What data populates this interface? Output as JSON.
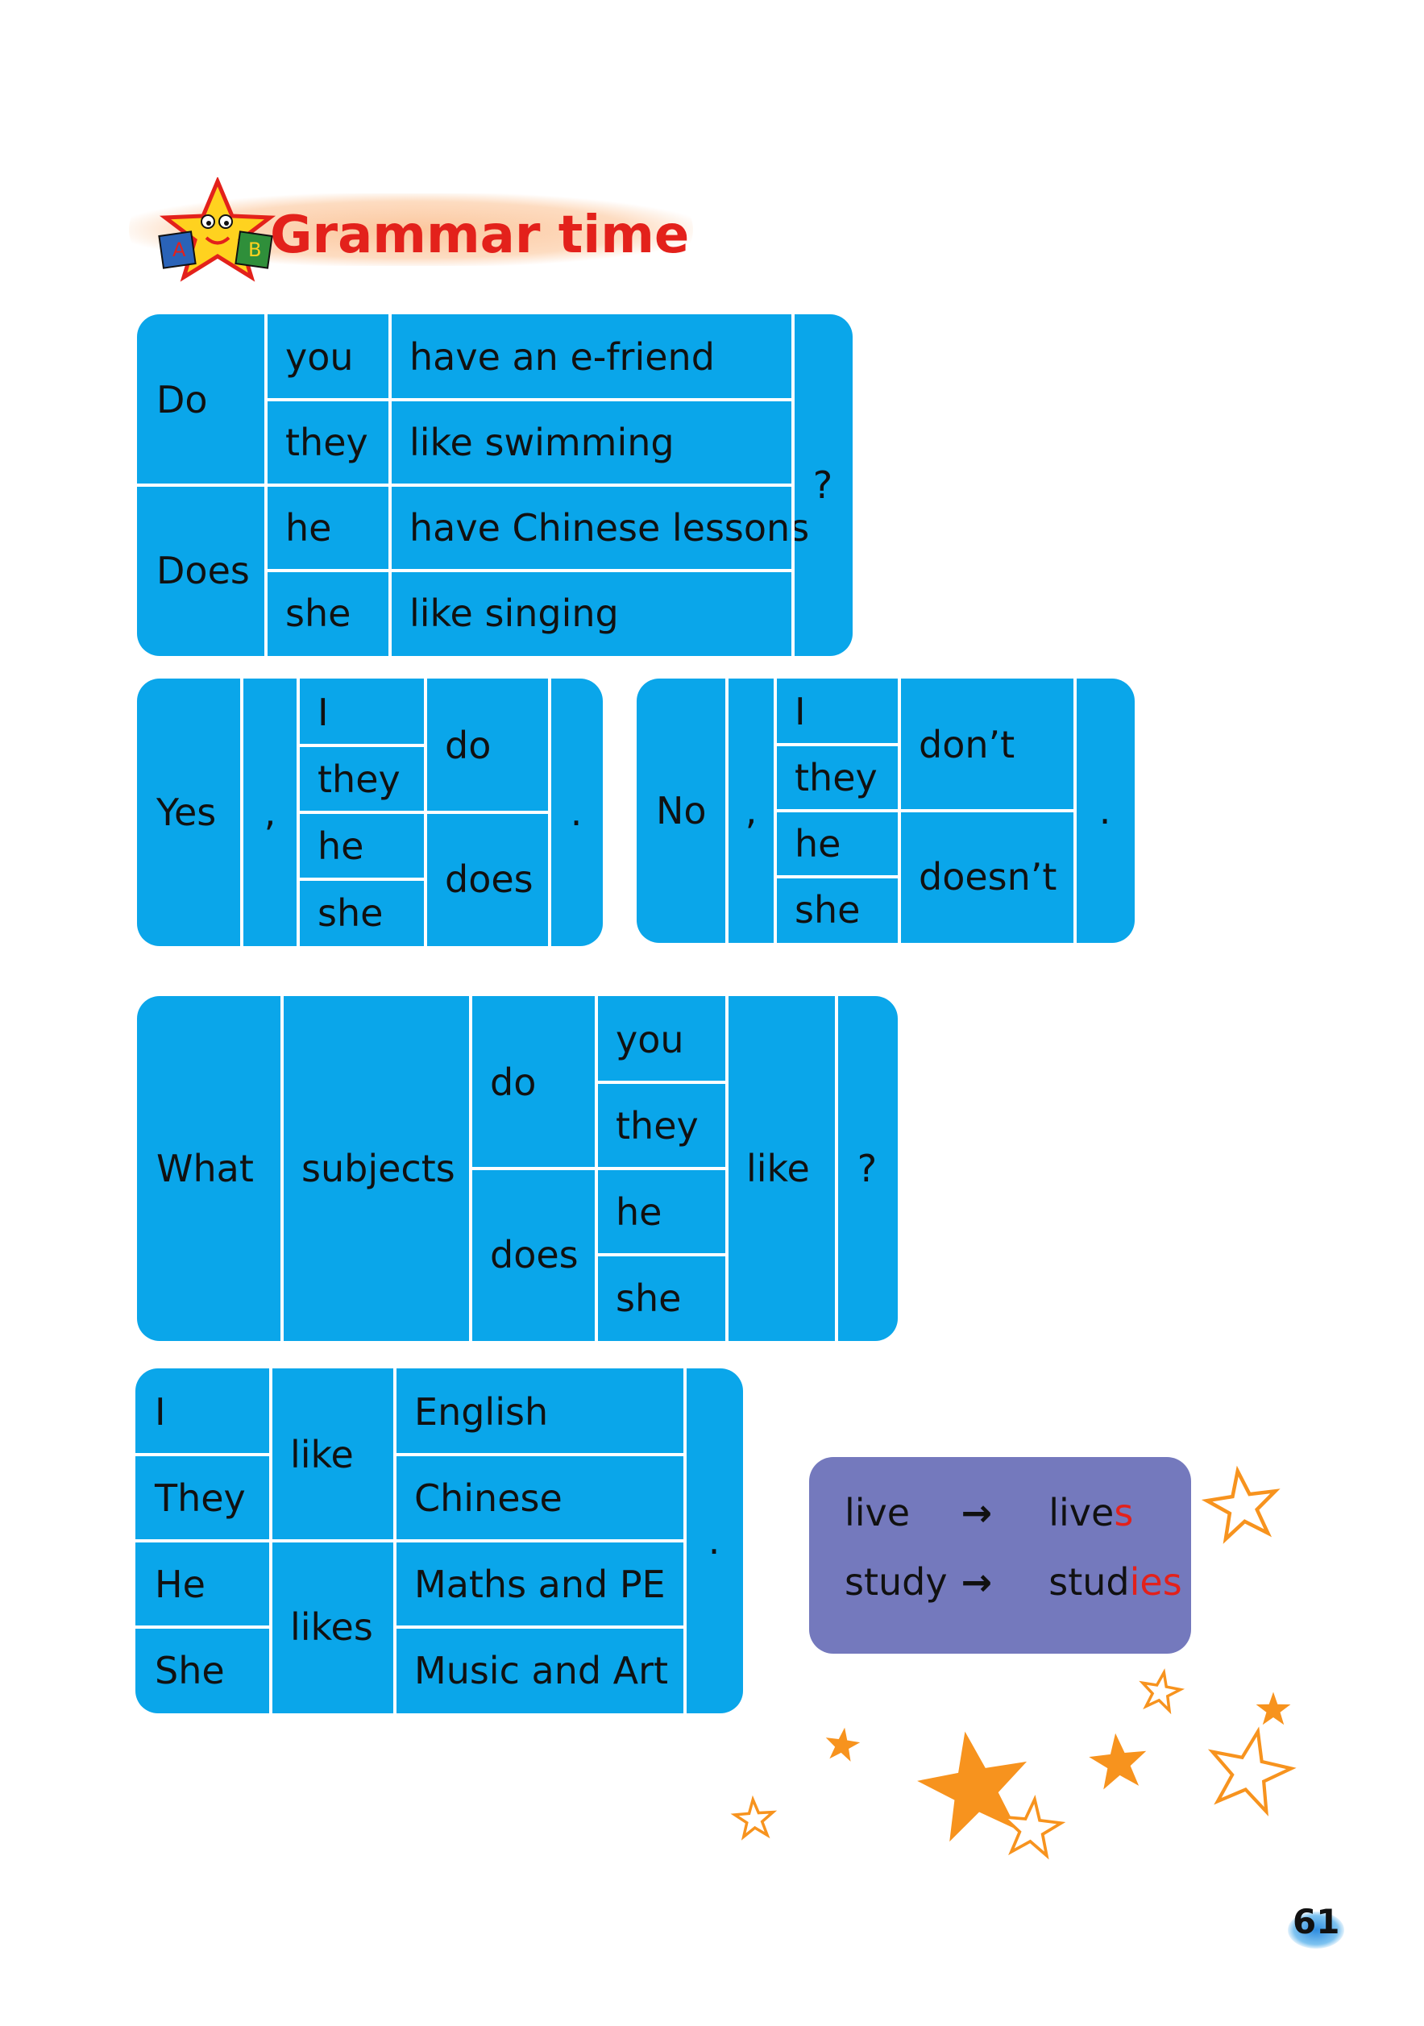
{
  "header": {
    "title": "Grammar time"
  },
  "table1": {
    "aux": [
      "Do",
      "Does"
    ],
    "subjects": [
      "you",
      "they",
      "he",
      "she"
    ],
    "predicates": [
      "have an e-friend",
      "like swimming",
      "have Chinese lessons",
      "like singing"
    ],
    "end": "?"
  },
  "yes_table": {
    "word": "Yes",
    "comma": ",",
    "subjects": [
      "I",
      "they",
      "he",
      "she"
    ],
    "verbs": [
      "do",
      "does"
    ],
    "end": "."
  },
  "no_table": {
    "word": "No",
    "comma": ",",
    "subjects": [
      "I",
      "they",
      "he",
      "she"
    ],
    "verbs": [
      "don’t",
      "doesn’t"
    ],
    "end": "."
  },
  "table3": {
    "what": "What",
    "subjects_word": "subjects",
    "aux": [
      "do",
      "does"
    ],
    "subjects": [
      "you",
      "they",
      "he",
      "she"
    ],
    "verb": "like",
    "end": "?"
  },
  "table4": {
    "subjects": [
      "I",
      "They",
      "He",
      "She"
    ],
    "verbs": [
      "like",
      "likes"
    ],
    "objects": [
      "English",
      "Chinese",
      "Maths and PE",
      "Music and Art"
    ],
    "end": "."
  },
  "conversion": {
    "rows": [
      {
        "base": "live",
        "arrow": "→",
        "stem": "live",
        "suffix": "s"
      },
      {
        "base": "study",
        "arrow": "→",
        "stem": "stud",
        "suffix": "ies"
      }
    ]
  },
  "page_number": "61",
  "colors": {
    "table_blue": "#0aa6ea",
    "title_red": "#e3211b",
    "box_purple": "#7479bd",
    "star_orange": "#f7931e"
  }
}
